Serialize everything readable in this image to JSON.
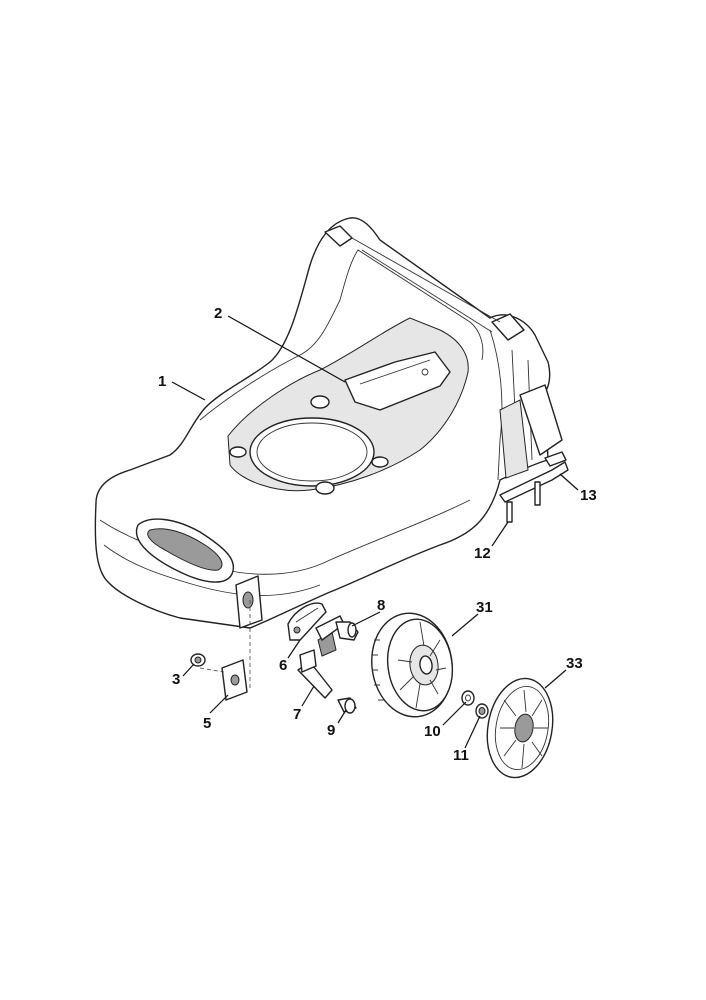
{
  "diagram": {
    "callouts": [
      {
        "id": "1",
        "label": "1"
      },
      {
        "id": "2",
        "label": "2"
      },
      {
        "id": "3",
        "label": "3"
      },
      {
        "id": "5",
        "label": "5"
      },
      {
        "id": "6",
        "label": "6"
      },
      {
        "id": "7",
        "label": "7"
      },
      {
        "id": "8",
        "label": "8"
      },
      {
        "id": "9",
        "label": "9"
      },
      {
        "id": "10",
        "label": "10"
      },
      {
        "id": "11",
        "label": "11"
      },
      {
        "id": "12",
        "label": "12"
      },
      {
        "id": "13",
        "label": "13"
      },
      {
        "id": "31",
        "label": "31"
      },
      {
        "id": "33",
        "label": "33"
      }
    ]
  }
}
